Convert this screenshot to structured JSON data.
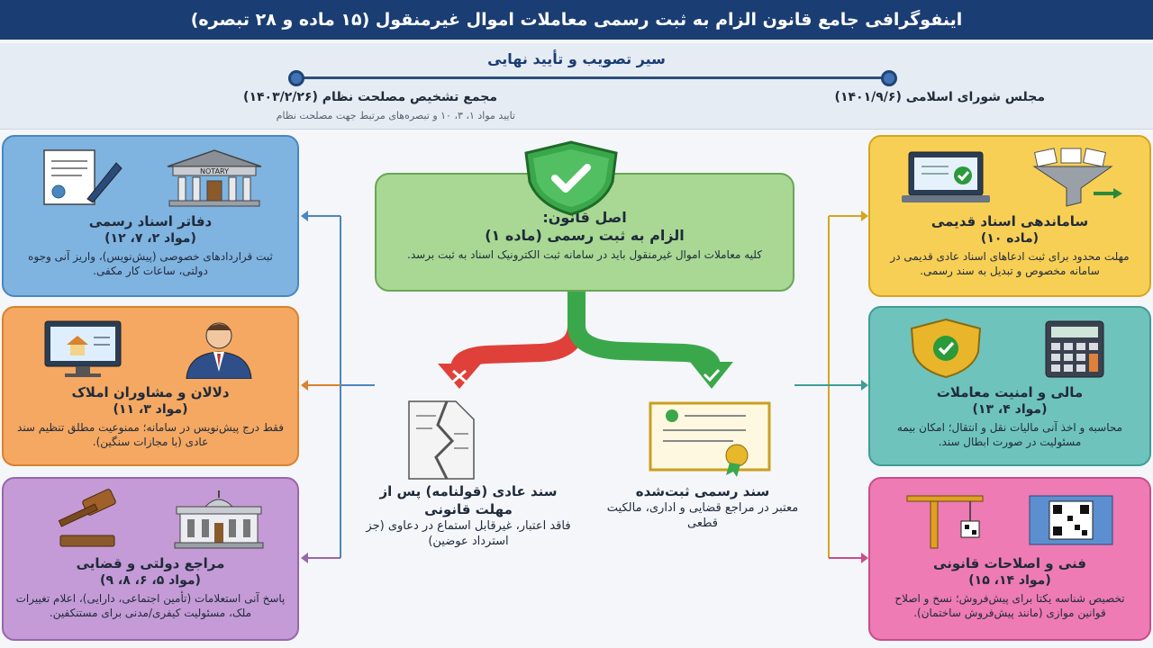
{
  "header": {
    "title": "اینفوگرافی جامع قانون الزام به ثبت رسمی معاملات اموال غیرمنقول (۱۵ ماده و ۲۸ تبصره)"
  },
  "timeline": {
    "title": "سیر تصویب و تأیید نهایی",
    "right_label": "مجلس شورای اسلامی (۱۴۰۱/۹/۶)",
    "left_label": "مجمع تشخیص مصلحت نظام (۱۴۰۳/۲/۲۶)",
    "left_sub": "تایید مواد ۱، ۳، ۱۰ و تبصره‌های مرتبط جهت مصلحت نظام"
  },
  "center": {
    "line1": "اصل قانون:",
    "line2": "الزام به ثبت رسمی (ماده ۱)",
    "line3": "کلیه معاملات اموال غیرمنقول باید در سامانه ثبت الکترونیک اسناد به ثبت برسد."
  },
  "left_cards": [
    {
      "title": "دفاتر اسناد رسمی",
      "sub": "(مواد ۲، ۷، ۱۲)",
      "desc": "ثبت قراردادهای خصوصی (پیش‌نویس)، واریز آنی وجوه دولتی، ساعات کار مکفی.",
      "icon_label": "NOTARY"
    },
    {
      "title": "دلالان و مشاوران املاک",
      "sub": "(مواد ۳، ۱۱)",
      "desc": "فقط درج پیش‌نویس در سامانه؛ ممنوعیت مطلق تنظیم سند عادی (با مجازات سنگین)."
    },
    {
      "title": "مراجع دولتی و قضایی",
      "sub": "(مواد ۵، ۶، ۸، ۹)",
      "desc": "پاسخ آنی استعلامات (تأمین اجتماعی، دارایی)، اعلام تغییرات ملک، مسئولیت کیفری/مدنی برای مستنکفین."
    }
  ],
  "right_cards": [
    {
      "title": "ساماندهی اسناد قدیمی",
      "sub": "(ماده ۱۰)",
      "desc": "مهلت محدود برای ثبت ادعاهای اسناد عادی قدیمی در سامانه مخصوص و تبدیل به سند رسمی."
    },
    {
      "title": "مالی و امنیت معاملات",
      "sub": "(مواد ۴، ۱۳)",
      "desc": "محاسبه و اخذ آنی مالیات نقل و انتقال؛ امکان بیمه مسئولیت در صورت ابطال سند."
    },
    {
      "title": "فنی و اصلاحات قانونی",
      "sub": "(مواد ۱۴، ۱۵)",
      "desc": "تخصیص شناسه یکتا برای پیش‌فروش؛ نسخ و اصلاح قوانین موازی (مانند پیش‌فروش ساختمان)."
    }
  ],
  "docs": {
    "official": {
      "title": "سند رسمی ثبت‌شده",
      "desc": "معتبر در مراجع قضایی و اداری، مالکیت قطعی"
    },
    "informal": {
      "title": "سند عادی (قولنامه) پس از مهلت قانونی",
      "desc": "فاقد اعتبار، غیرقابل استماع در دعاوی (جز استرداد عوضین)"
    }
  },
  "colors": {
    "header": "#1a3d73",
    "green_arrow": "#3aa84a",
    "red_arrow": "#e0403a"
  }
}
